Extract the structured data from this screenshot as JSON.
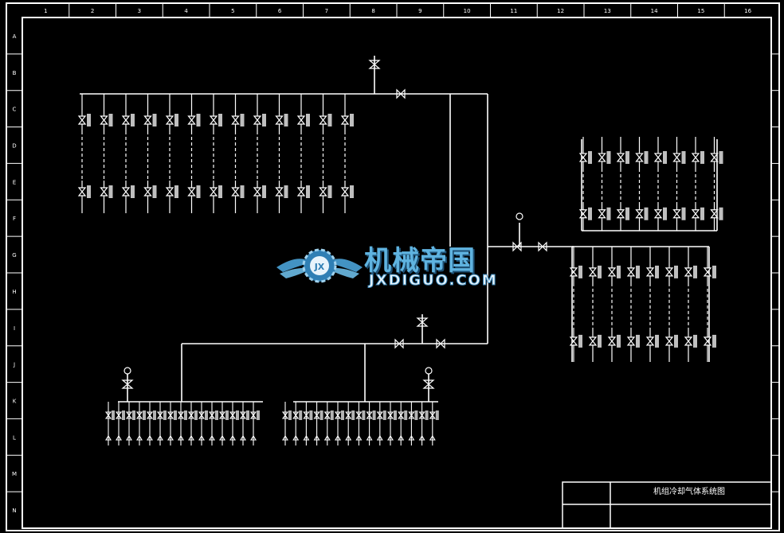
{
  "frame": {
    "top_zone_numbers": [
      "1",
      "2",
      "3",
      "4",
      "5",
      "6",
      "7",
      "8",
      "9",
      "10",
      "11",
      "12",
      "13",
      "14",
      "15",
      "16"
    ],
    "side_zone_letters": [
      "A",
      "B",
      "C",
      "D",
      "E",
      "F",
      "G",
      "H",
      "I",
      "J",
      "K",
      "L",
      "M",
      "N"
    ]
  },
  "watermark": {
    "chinese_text": "机械帝国",
    "english_text": "JXDIGUO.COM"
  },
  "title_block": {
    "drawing_title": "机组冷却气体系统图"
  },
  "colors": {
    "background": "#000000",
    "lines": "#ffffff",
    "watermark_blue": "#5fb3e0"
  }
}
